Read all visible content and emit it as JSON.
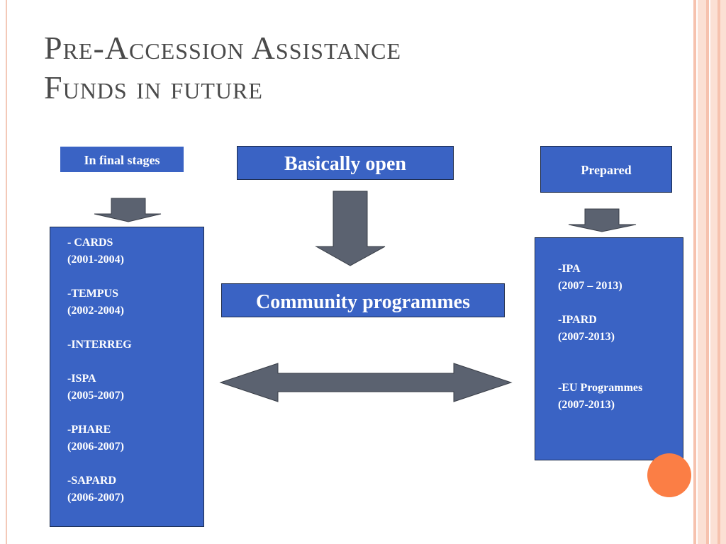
{
  "title": {
    "line1": "Pre-Accession Assistance",
    "line2": "Funds in future"
  },
  "labels": {
    "final_stages": "In final stages",
    "basically_open": "Basically open",
    "prepared": "Prepared",
    "community": "Community programmes"
  },
  "left_list": [
    {
      "name": "- CARDS",
      "period": "(2001-2004)"
    },
    {
      "name": "-TEMPUS",
      "period": "(2002-2004)"
    },
    {
      "name": "-INTERREG",
      "period": ""
    },
    {
      "name": "-ISPA",
      "period": "(2005-2007)"
    },
    {
      "name": "-PHARE",
      "period": "(2006-2007)"
    },
    {
      "name": "-SAPARD",
      "period": "(2006-2007)"
    }
  ],
  "right_list": [
    {
      "name": "-IPA",
      "period": "(2007 – 2013)"
    },
    {
      "name": "-IPARD",
      "period": "(2007-2013)"
    },
    {
      "name": "-EU Programmes",
      "period": "(2007-2013)"
    }
  ],
  "colors": {
    "box_fill": "#3a63c4",
    "arrow_fill": "#5b6270",
    "accent_orange": "#fb7e45",
    "title_color": "#4a4a4a"
  }
}
